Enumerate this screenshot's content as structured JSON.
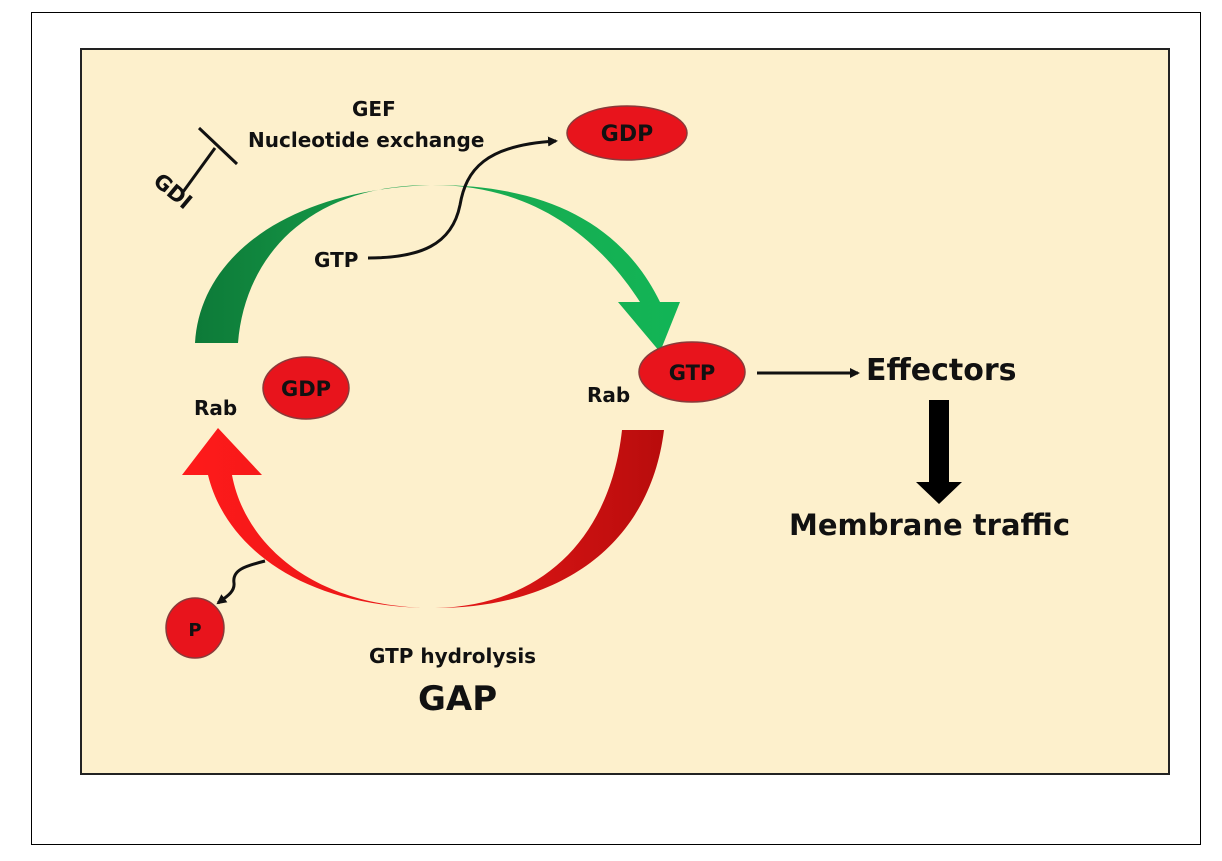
{
  "labels": {
    "gef": "GEF",
    "nucleotide_exchange": "Nucleotide exchange",
    "gdi": "GDI",
    "gtp_in": "GTP",
    "rab_left": "Rab",
    "rab_right": "Rab",
    "effectors": "Effectors",
    "membrane_traffic": "Membrane traffic",
    "gtp_hydrolysis": "GTP hydrolysis",
    "gap": "GAP"
  },
  "molecules": {
    "gdp_released": "GDP",
    "gdp_bound": "GDP",
    "gtp_bound": "GTP",
    "phosphate": "P"
  },
  "colors": {
    "panel_background": "#fdf0cc",
    "green_arrow": "#1aa84f",
    "red_arrow": "#e31b1b",
    "molecule_fill": "#e8141c"
  }
}
